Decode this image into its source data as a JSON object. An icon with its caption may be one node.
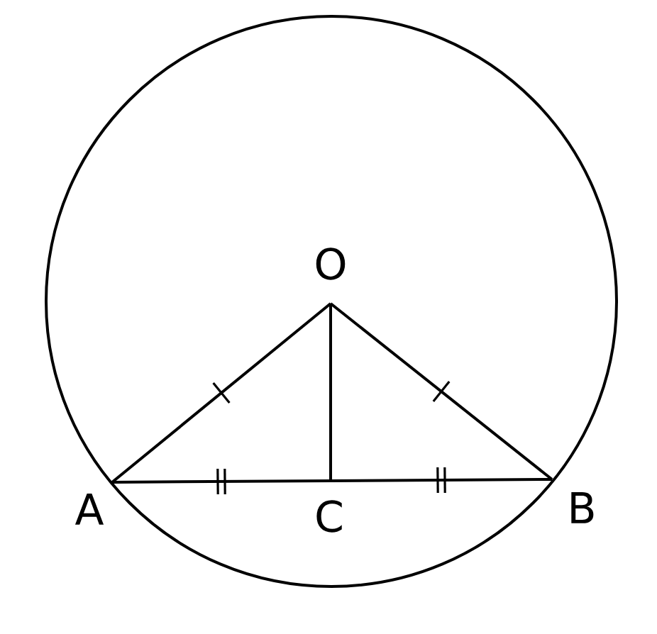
{
  "diagram": {
    "nodes": [
      {
        "text": [
          "O"
        ]
      },
      {
        "text": [
          "A"
        ]
      },
      {
        "text": [
          "B"
        ]
      },
      {
        "text": [
          "C"
        ]
      }
    ],
    "edges": [
      {
        "from": 0,
        "to": 1,
        "arrow": "none"
      },
      {
        "from": 0,
        "to": 2,
        "arrow": "none"
      },
      {
        "from": 0,
        "to": 3,
        "arrow": "none"
      },
      {
        "from": 1,
        "to": 3,
        "arrow": "none"
      },
      {
        "from": 3,
        "to": 2,
        "arrow": "none"
      }
    ]
  }
}
